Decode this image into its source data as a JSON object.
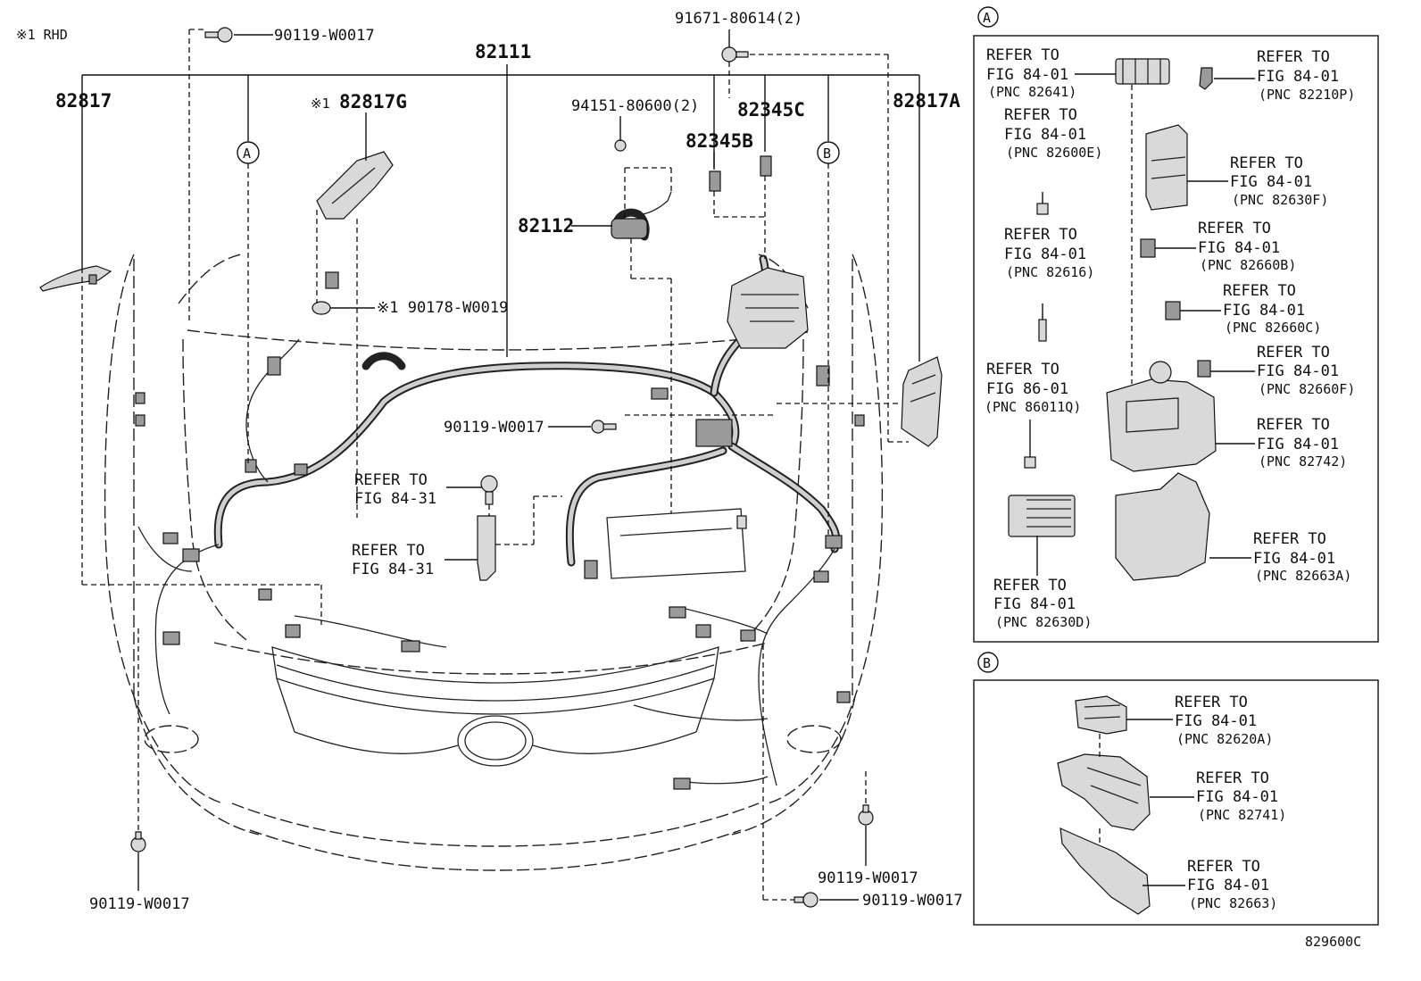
{
  "note": "※1 RHD",
  "diagram_code": "829600C",
  "main_labels": {
    "p82111": "82111",
    "p82817": "82817",
    "p82817G": "82817G",
    "p82817G_mark": "※1",
    "p82817A": "82817A",
    "p82345C": "82345C",
    "p82345B": "82345B",
    "p82112": "82112",
    "p94151": "94151-80600(2)",
    "p91671": "91671-80614(2)",
    "p90119_top": "90119-W0017",
    "p90178": "※1 90178-W0019",
    "p90119_mid": "90119-W0017",
    "p90119_bl": "90119-W0017",
    "p90119_br1": "90119-W0017",
    "p90119_br2": "90119-W0017",
    "refer_bolt_l1": "REFER TO",
    "refer_bolt_l2": "FIG 84-31",
    "refer_brk_l1": "REFER TO",
    "refer_brk_l2": "FIG 84-31",
    "callout_A": "A",
    "callout_B": "B"
  },
  "panel_A": {
    "title": "A",
    "refs": [
      {
        "l1": "REFER TO",
        "l2": "FIG 84-01",
        "l3": "(PNC 82641)"
      },
      {
        "l1": "REFER TO",
        "l2": "FIG 84-01",
        "l3": "(PNC 82210P)"
      },
      {
        "l1": "REFER TO",
        "l2": "FIG 84-01",
        "l3": "(PNC 82600E)"
      },
      {
        "l1": "REFER TO",
        "l2": "FIG 84-01",
        "l3": "(PNC 82630F)"
      },
      {
        "l1": "REFER TO",
        "l2": "FIG 84-01",
        "l3": "(PNC 82660B)"
      },
      {
        "l1": "REFER TO",
        "l2": "FIG 84-01",
        "l3": "(PNC 82616)"
      },
      {
        "l1": "REFER TO",
        "l2": "FIG 84-01",
        "l3": "(PNC 82660C)"
      },
      {
        "l1": "REFER TO",
        "l2": "FIG 86-01",
        "l3": "(PNC 86011Q)"
      },
      {
        "l1": "REFER TO",
        "l2": "FIG 84-01",
        "l3": "(PNC 82660F)"
      },
      {
        "l1": "REFER TO",
        "l2": "FIG 84-01",
        "l3": "(PNC 82742)"
      },
      {
        "l1": "REFER TO",
        "l2": "FIG 84-01",
        "l3": "(PNC 82663A)"
      },
      {
        "l1": "REFER TO",
        "l2": "FIG 84-01",
        "l3": "(PNC 82630D)"
      }
    ]
  },
  "panel_B": {
    "title": "B",
    "refs": [
      {
        "l1": "REFER TO",
        "l2": "FIG 84-01",
        "l3": "(PNC 82620A)"
      },
      {
        "l1": "REFER TO",
        "l2": "FIG 84-01",
        "l3": "(PNC 82741)"
      },
      {
        "l1": "REFER TO",
        "l2": "FIG 84-01",
        "l3": "(PNC 82663)"
      }
    ]
  }
}
